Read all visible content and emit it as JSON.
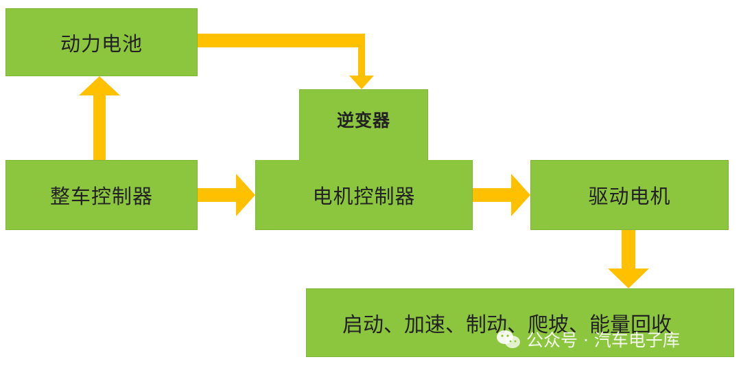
{
  "diagram": {
    "nodes": {
      "battery": "动力电池",
      "inverter": "逆变器",
      "vehicle_controller": "整车控制器",
      "motor_controller": "电机控制器",
      "drive_motor": "驱动电机",
      "functions": "启动、加速、制动、爬坡、能量回收"
    },
    "edges": [
      {
        "from": "vehicle_controller",
        "to": "battery"
      },
      {
        "from": "battery",
        "to": "inverter"
      },
      {
        "from": "vehicle_controller",
        "to": "motor_controller"
      },
      {
        "from": "motor_controller",
        "to": "drive_motor"
      },
      {
        "from": "drive_motor",
        "to": "functions"
      }
    ]
  },
  "watermark": {
    "text": "公众号 · 汽车电子库",
    "icon": "wechat-icon"
  },
  "colors": {
    "box_fill": "#8cc63f",
    "arrow_fill": "#ffc000",
    "text": "#222222"
  }
}
